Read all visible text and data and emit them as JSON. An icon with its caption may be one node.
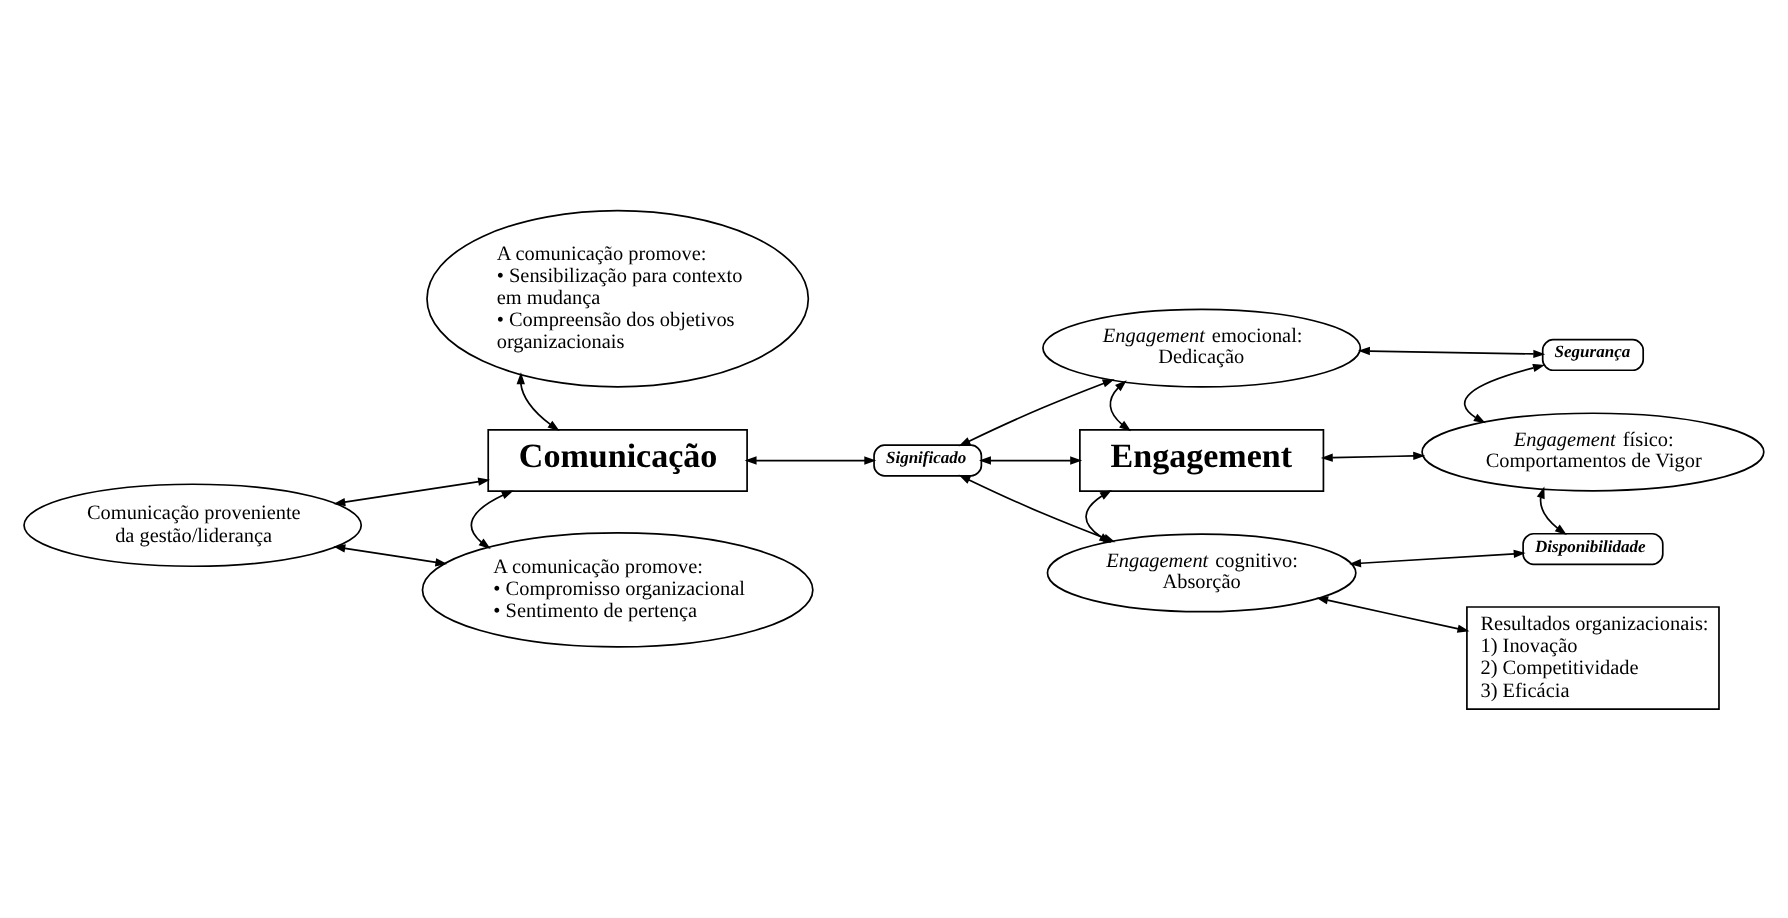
{
  "diagram": {
    "nodes": [
      {
        "text": [
          "A comunicação promove:",
          "• Sensibilização para contexto em mudança",
          "• Compreensão dos objetivos organizacionais"
        ]
      },
      {
        "text": [
          "Comunicação proveniente da gestão/liderança"
        ]
      },
      {
        "text": [
          "Comunicação"
        ]
      },
      {
        "text": [
          "A comunicação promove:",
          "• Compromisso organizacional",
          "• Sentimento de pertença"
        ]
      },
      {
        "text": [
          "Significado"
        ]
      },
      {
        "text": [
          "*Engagement* emocional: Dedicação"
        ]
      },
      {
        "text": [
          "Engagement"
        ]
      },
      {
        "text": [
          "Segurança"
        ]
      },
      {
        "text": [
          "*Engagement* físico: Comportamentos de Vigor"
        ]
      },
      {
        "text": [
          "Disponibilidade"
        ]
      },
      {
        "text": [
          "*Engagement* cognitivo: Absorção"
        ]
      },
      {
        "text": [
          "Resultados organizacionais:",
          "1) Inovação",
          "2) Competitividade",
          "3) Eficácia"
        ]
      }
    ],
    "edges": [
      {
        "from": 0,
        "to": 2,
        "arrow": "both"
      },
      {
        "from": 1,
        "to": 2,
        "arrow": "both"
      },
      {
        "from": 1,
        "to": 3,
        "arrow": "both"
      },
      {
        "from": 2,
        "to": 3,
        "arrow": "both"
      },
      {
        "from": 2,
        "to": 4,
        "arrow": "both"
      },
      {
        "from": 4,
        "to": 6,
        "arrow": "both"
      },
      {
        "from": 4,
        "to": 5,
        "arrow": "both"
      },
      {
        "from": 4,
        "to": 10,
        "arrow": "both"
      },
      {
        "from": 5,
        "to": 6,
        "arrow": "both"
      },
      {
        "from": 6,
        "to": 10,
        "arrow": "both"
      },
      {
        "from": 6,
        "to": 8,
        "arrow": "both"
      },
      {
        "from": 5,
        "to": 7,
        "arrow": "both"
      },
      {
        "from": 7,
        "to": 8,
        "arrow": "both"
      },
      {
        "from": 8,
        "to": 9,
        "arrow": "both"
      },
      {
        "from": 9,
        "to": 10,
        "arrow": "both"
      },
      {
        "from": 10,
        "to": 11,
        "arrow": "both"
      }
    ]
  }
}
